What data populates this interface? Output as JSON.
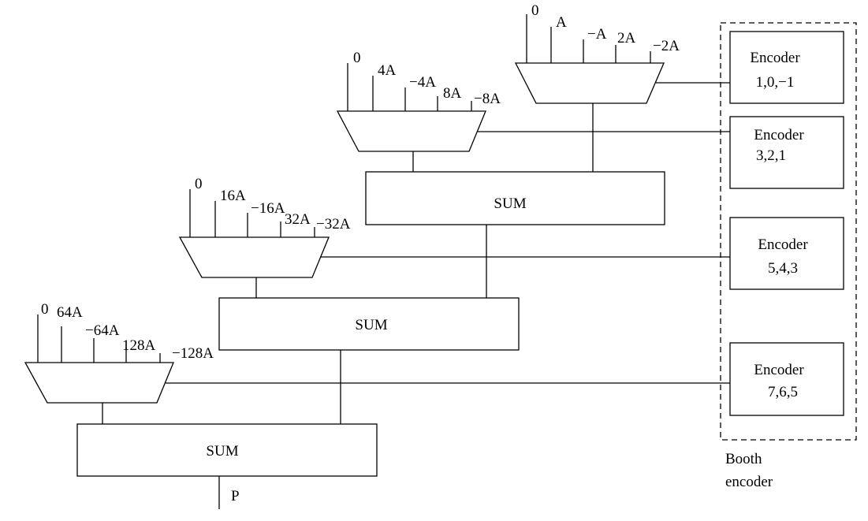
{
  "muxes": [
    {
      "id": "mux1",
      "inputs": [
        "0",
        "A",
        "−A",
        "2A",
        "−2A"
      ]
    },
    {
      "id": "mux2",
      "inputs": [
        "0",
        "4A",
        "−4A",
        "8A",
        "−8A"
      ]
    },
    {
      "id": "mux3",
      "inputs": [
        "0",
        "16A",
        "−16A",
        "32A",
        "−32A"
      ]
    },
    {
      "id": "mux4",
      "inputs": [
        "0",
        "64A",
        "−64A",
        "128A",
        "−128A"
      ]
    }
  ],
  "sums": [
    "SUM",
    "SUM",
    "SUM"
  ],
  "encoders": [
    {
      "title": "Encoder",
      "bits": "1,0,−1"
    },
    {
      "title": "Encoder",
      "bits": "3,2,1"
    },
    {
      "title": "Encoder",
      "bits": "5,4,3"
    },
    {
      "title": "Encoder",
      "bits": "7,6,5"
    }
  ],
  "booth_label": [
    "Booth",
    "encoder"
  ],
  "output_label": "P"
}
